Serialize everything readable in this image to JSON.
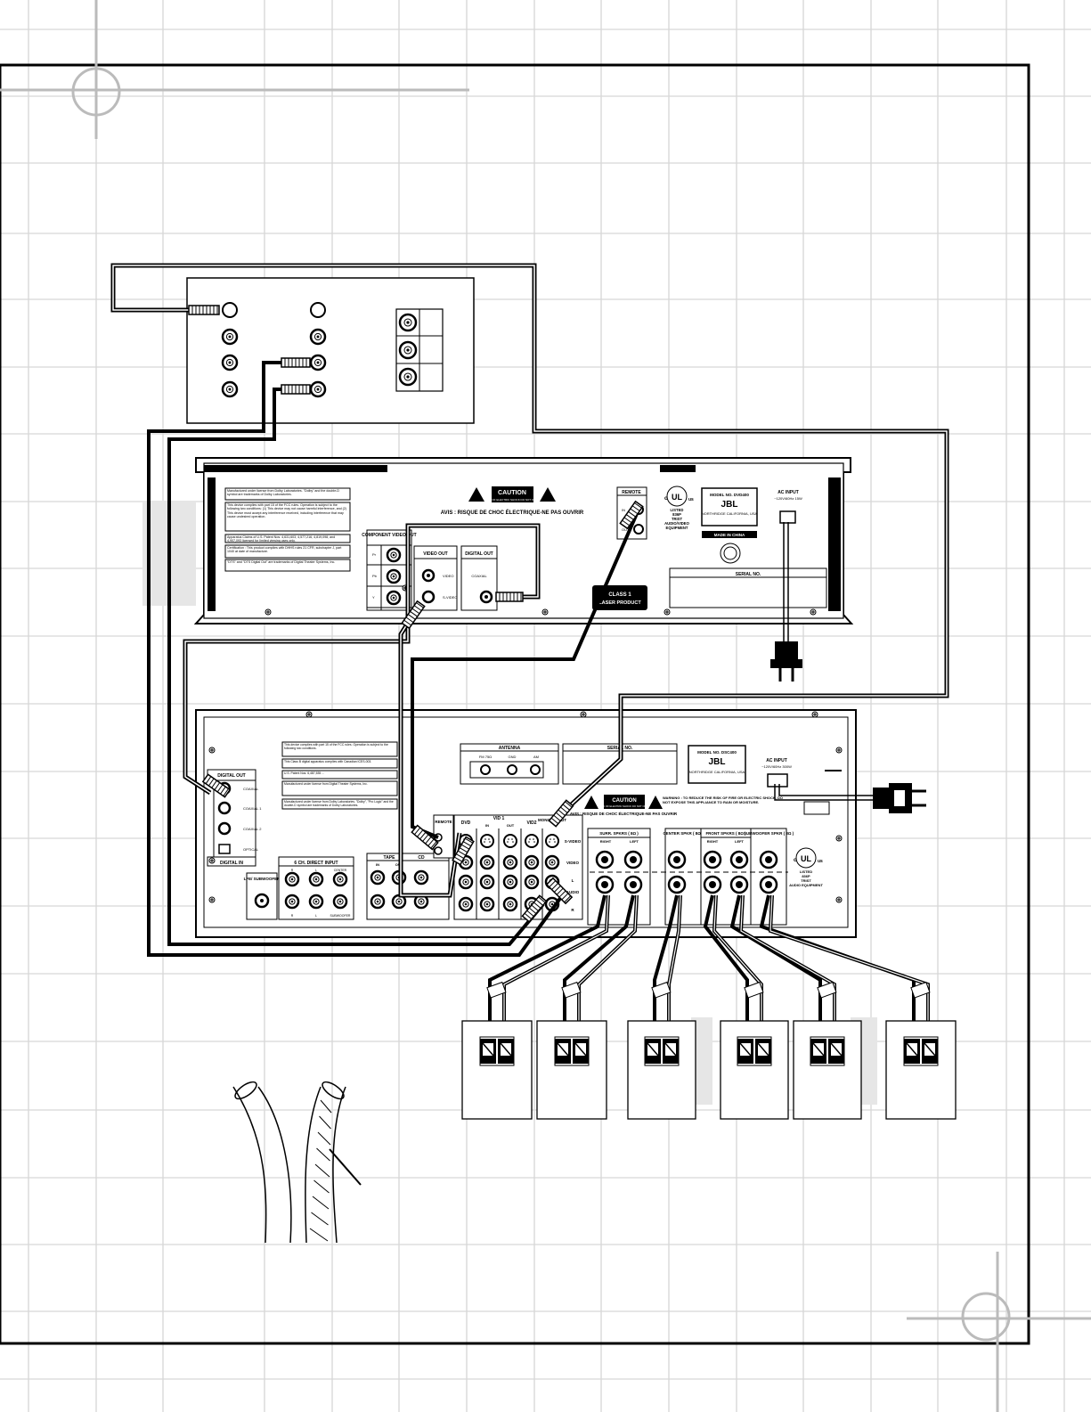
{
  "dvd_rear": {
    "caution": {
      "title": "CAUTION",
      "sub": "RISK OF ELECTRIC SHOCK DO NOT OPEN",
      "avis": "AVIS : RISQUE DE CHOC ÉLECTRIQUE-NE PAS OUVRIR"
    },
    "notices": [
      "Manufactured under license from Dolby Laboratories. \"Dolby\" and the double-D symbol are trademarks of Dolby Laboratories.",
      "This device complies with part 15 of the FCC rules. Operation is subject to the following two conditions: (1) This device may not cause harmful interference, and (2) This device must accept any interference received, including interference that may cause undesired operation.",
      "Apparatus Claims of U.S. Patent Nos. 4,631,603, 4,577,216, 4,819,098, and 4,907,093 licensed for limited viewing uses only.",
      "Certification : This product complies with DHHS rules 21 CFR, subchapter J, part 1040 at date of manufacture.",
      "\"DTS\" and \"DTS Digital Out\" are trademarks of Digital Theater Systems, Inc."
    ],
    "component_label": "COMPONENT VIDEO OUT",
    "component_jacks": [
      "Pr",
      "Pb",
      "Y"
    ],
    "video_out_label": "VIDEO OUT",
    "video_out_jacks": [
      "VIDEO",
      "S-VIDEO"
    ],
    "digital_out_label": "DIGITAL OUT",
    "coaxial_label": "COAXIAL",
    "remote_label": "REMOTE",
    "remote_jacks": [
      "IN",
      "OUT"
    ],
    "model_label": "MODEL NO. DVD400",
    "brand": "JBL",
    "model_location": "NORTHRIDGE CALIFORNIA, USA",
    "made_in": "MADE IN CHINA",
    "listed_lines": [
      "LISTED",
      "836P",
      "TRIST",
      "AUDIO/VIDEO",
      "EQUIPMENT"
    ],
    "ac_input_label": "AC INPUT",
    "ac_input_spec": "~120V/60Hz 15W",
    "serial_label": "SERIAL NO.",
    "class1_line1": "CLASS 1",
    "class1_line2": "LASER PRODUCT"
  },
  "receiver_rear": {
    "notices": [
      "This device complies with part 15 of the FCC rules. Operation is subject to the following two conditions.",
      "This Class B digital apparatus complies with Canadian ICES-003.",
      "U.S. Patent Nos. 6,487,535 ...",
      "Manufactured under license from Digital Theater Systems, Inc.",
      "Manufactured under license from Dolby Laboratories. \"Dolby\", \"Pro Logic\" and the double-D symbol are trademarks of Dolby Laboratories."
    ],
    "antenna_label": "ANTENNA",
    "antenna_jacks": [
      "FM 75Ω",
      "GND",
      "AM"
    ],
    "serial_label": "SERIAL NO.",
    "model_label": "MODEL NO. DSC400",
    "brand": "JBL",
    "model_location": "NORTHRIDGE CALIFORNIA, USA",
    "ac_input_label": "AC INPUT",
    "ac_input_spec": "~120V/60Hz 300W",
    "digital_out_label": "DIGITAL OUT",
    "coaxial_label": "COAXIAL",
    "digital_in_label": "DIGITAL IN",
    "digital_in_jacks": [
      "COAXIAL 1",
      "COAXIAL 2",
      "OPTICAL"
    ],
    "lfe_label": "LFE/ SUBWOOFER",
    "direct_input_label": "6 CH. DIRECT INPUT",
    "direct_input_jacks": [
      "R",
      "L",
      "CENTER",
      "R",
      "L",
      "SUBWOOFER"
    ],
    "tape_label": "TAPE",
    "tape_sub": [
      "IN",
      "OUT"
    ],
    "cd_label": "CD",
    "remote_label": "REMOTE",
    "dvd_label": "DVD",
    "vid1_label": "VID 1",
    "vid1_sub": [
      "IN",
      "OUT"
    ],
    "vid2_label": "VID2",
    "monitor_label": "MONITOR OUT",
    "row_labels": [
      "S-VIDEO",
      "VIDEO",
      "L",
      "AUDIO",
      "R"
    ],
    "caution": {
      "title": "CAUTION",
      "sub": "RISK OF ELECTRIC SHOCK DO NOT OPEN",
      "avis": "AVIS : RISQUE DE CHOC ÉLECTRIQUE-NE PAS OUVRIR"
    },
    "warning": "WARNING : TO REDUCE THE RISK OF FIRE OR ELECTRIC SHOCK, DO NOT EXPOSE THIS APPLIANCE TO RAIN OR MOISTURE.",
    "surround_label": "SURR. SPKRS ( 8Ω )",
    "surround_sub": [
      "RIGHT",
      "LEFT"
    ],
    "center_label": "CENTER SPKR ( 8Ω )",
    "front_label": "FRONT SPKRS ( 8Ω )",
    "front_sub": [
      "RIGHT",
      "LEFT"
    ],
    "sub_label": "SUBWOOFER SPKR ( 8Ω )",
    "listed_lines": [
      "LISTED",
      "836P",
      "TRIST",
      "AUDIO EQUIPMENT"
    ]
  },
  "colors": {
    "line": "#000000",
    "grid": "#d6d6d6",
    "panel_fill": "#ffffff",
    "shade": "#e6e6e6"
  }
}
